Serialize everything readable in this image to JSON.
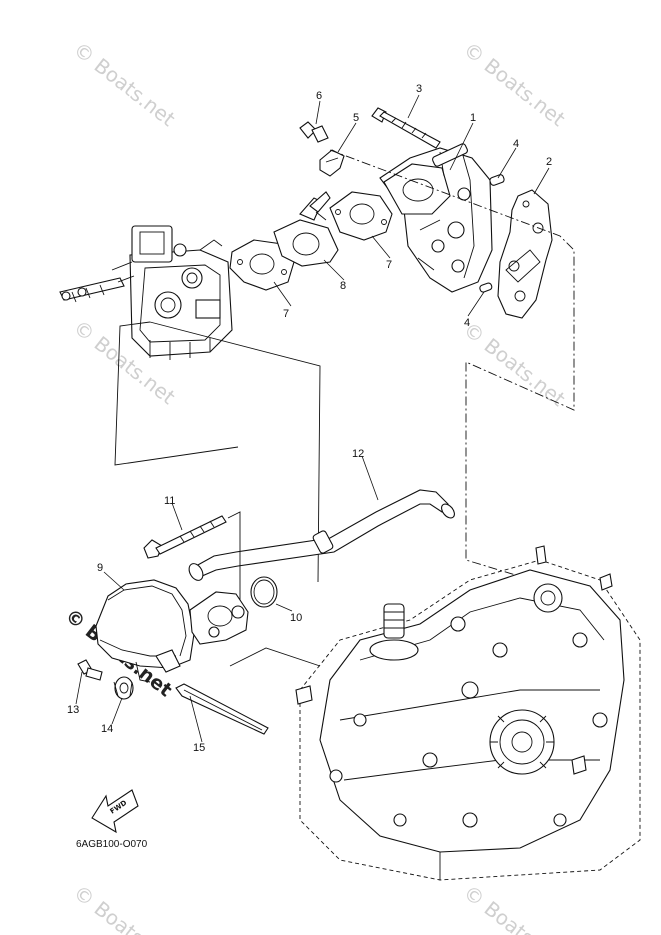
{
  "diagram": {
    "drawing_code": "6AGB100-O070",
    "direction_label": "FWD",
    "watermark_text": "© Boats.net",
    "callouts": {
      "c1": "1",
      "c2": "2",
      "c3": "3",
      "c4a": "4",
      "c4b": "4",
      "c5": "5",
      "c6": "6",
      "c7a": "7",
      "c7b": "7",
      "c8": "8",
      "c9": "9",
      "c10": "10",
      "c11": "11",
      "c12": "12",
      "c13": "13",
      "c14": "14",
      "c15": "15"
    }
  }
}
